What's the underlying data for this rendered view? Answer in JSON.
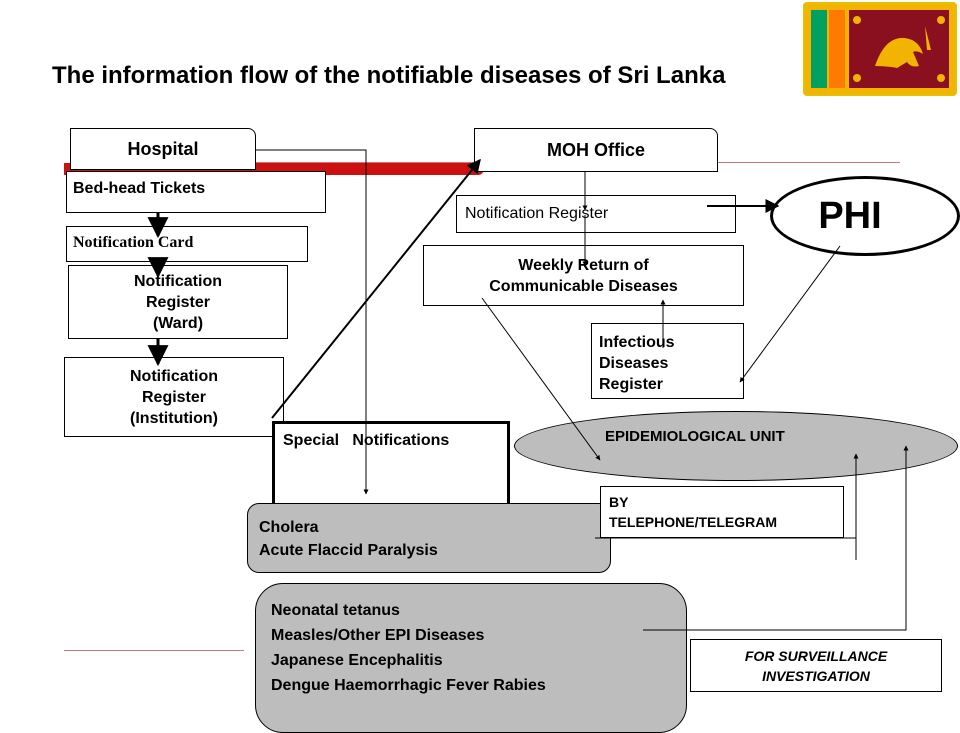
{
  "title": "The information flow of the notifiable diseases of Sri Lanka",
  "hospital": {
    "header": "Hospital",
    "bed_head": "Bed-head Tickets",
    "notification_card": "Notification Card",
    "register_ward": "Notification\nRegister\n(Ward)",
    "register_institution": "Notification\nRegister\n(Institution)"
  },
  "moh": {
    "header": "MOH Office",
    "notification_register": "Notification Register",
    "weekly_return": "Weekly Return of\nCommunicable Diseases",
    "infectious_register": "Infectious\nDiseases\nRegister"
  },
  "phi": "PHI",
  "epidemiological_unit": "EPIDEMIOLOGICAL UNIT",
  "special_notifications": "Special   Notifications",
  "group1": "Cholera\nAcute Flaccid Paralysis",
  "group2": "Neonatal tetanus\nMeasles/Other EPI Diseases\nJapanese Encephalitis\nDengue Haemorrhagic Fever Rabies",
  "by_telephone": "BY\nTELEPHONE/TELEGRAM",
  "surveillance": "FOR SURVEILLANCE\nINVESTIGATION",
  "colors": {
    "accent_bar": "#cc1111",
    "grey_fill": "#bdbdbd",
    "lines": "#000000",
    "flag_frame": "#f2b400",
    "flag_maroon": "#8a1020",
    "flag_green": "#00a060",
    "flag_orange": "#ff7a00"
  }
}
